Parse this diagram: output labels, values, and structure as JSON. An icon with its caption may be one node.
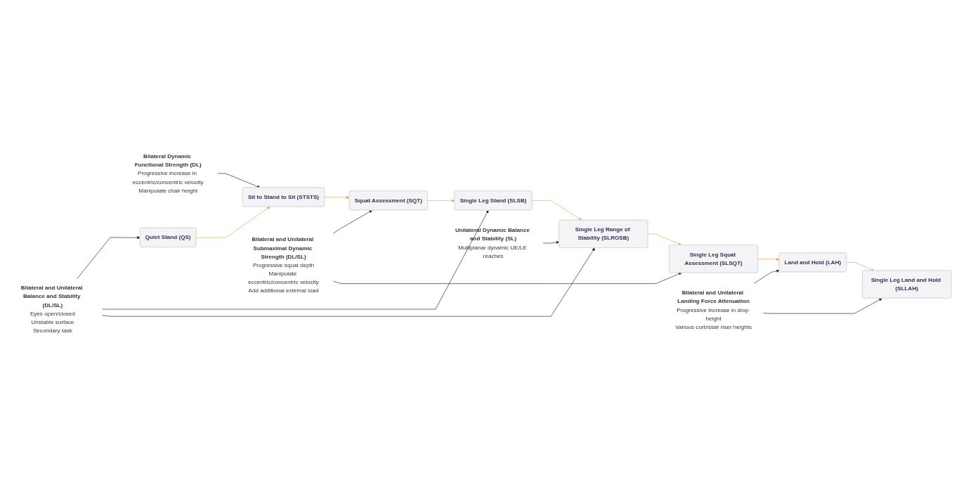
{
  "diagram": {
    "nodes": [
      {
        "text": [
          "Bilateral Dynamic Functional Strength (DL)",
          "Progressive increase in eccentric/concentric velocity",
          "Manipulate chair height"
        ]
      },
      {
        "text": [
          "Bilateral and Unilateral Balance and Stability (DL/SL)",
          "Eyes open/closed",
          "Unstable surface",
          "Secondary task"
        ]
      },
      {
        "text": [
          "Quiet Stand (QS)"
        ]
      },
      {
        "text": [
          "Sit to Stand to Sit (STSTS)"
        ]
      },
      {
        "text": [
          "Squat Assessment (SQT)"
        ]
      },
      {
        "text": [
          "Bilateral and Unilateral Submaximal Dynamic Strength (DL/SL)",
          "Progressive squat depth",
          "Manipulate eccentric/concentric velocity",
          "Add additional external load"
        ]
      },
      {
        "text": [
          "Single Leg Stand (SLSB)"
        ]
      },
      {
        "text": [
          "Single Leg Range of Stability (SLROSB)"
        ]
      },
      {
        "text": [
          "Single Leg Squat Assessment (SLSQT)"
        ]
      },
      {
        "text": [
          "Land and Hold (LAH)"
        ]
      },
      {
        "text": [
          "Single Leg Land and Hold (SLLAH)"
        ]
      },
      {
        "text": [
          "Unilateral Dynamic Balance and Stability (SL)",
          "Multiplanar dynamic UE/LE reaches"
        ]
      },
      {
        "text": [
          "Bilateral and Unilateral Landing Force Attenuation",
          "Progressive increase in drop height",
          "Various curb/stair riser heights"
        ]
      }
    ],
    "edges": [
      {
        "from": 0,
        "to": 3,
        "arrow": "to"
      },
      {
        "from": 1,
        "to": 2,
        "arrow": "to"
      },
      {
        "from": 1,
        "to": 6,
        "arrow": "to"
      },
      {
        "from": 1,
        "to": 7,
        "arrow": "to"
      },
      {
        "from": 2,
        "to": 3,
        "arrow": "to",
        "color": "#f5a04f"
      },
      {
        "from": 3,
        "to": 4,
        "arrow": "to",
        "color": "#f5a04f"
      },
      {
        "from": 4,
        "to": 6,
        "arrow": "to",
        "color": "#f5a04f"
      },
      {
        "from": 5,
        "to": 4,
        "arrow": "to"
      },
      {
        "from": 5,
        "to": 8,
        "arrow": "to"
      },
      {
        "from": 6,
        "to": 7,
        "arrow": "to",
        "color": "#f5a04f"
      },
      {
        "from": 7,
        "to": 8,
        "arrow": "to",
        "color": "#f5a04f"
      },
      {
        "from": 8,
        "to": 9,
        "arrow": "to",
        "color": "#f5a04f"
      },
      {
        "from": 11,
        "to": 7,
        "arrow": "to"
      },
      {
        "from": 9,
        "to": 10,
        "arrow": "to",
        "color": "#f5a04f"
      },
      {
        "from": 12,
        "to": 9,
        "arrow": "to"
      },
      {
        "from": 12,
        "to": 10,
        "arrow": "to"
      }
    ]
  }
}
